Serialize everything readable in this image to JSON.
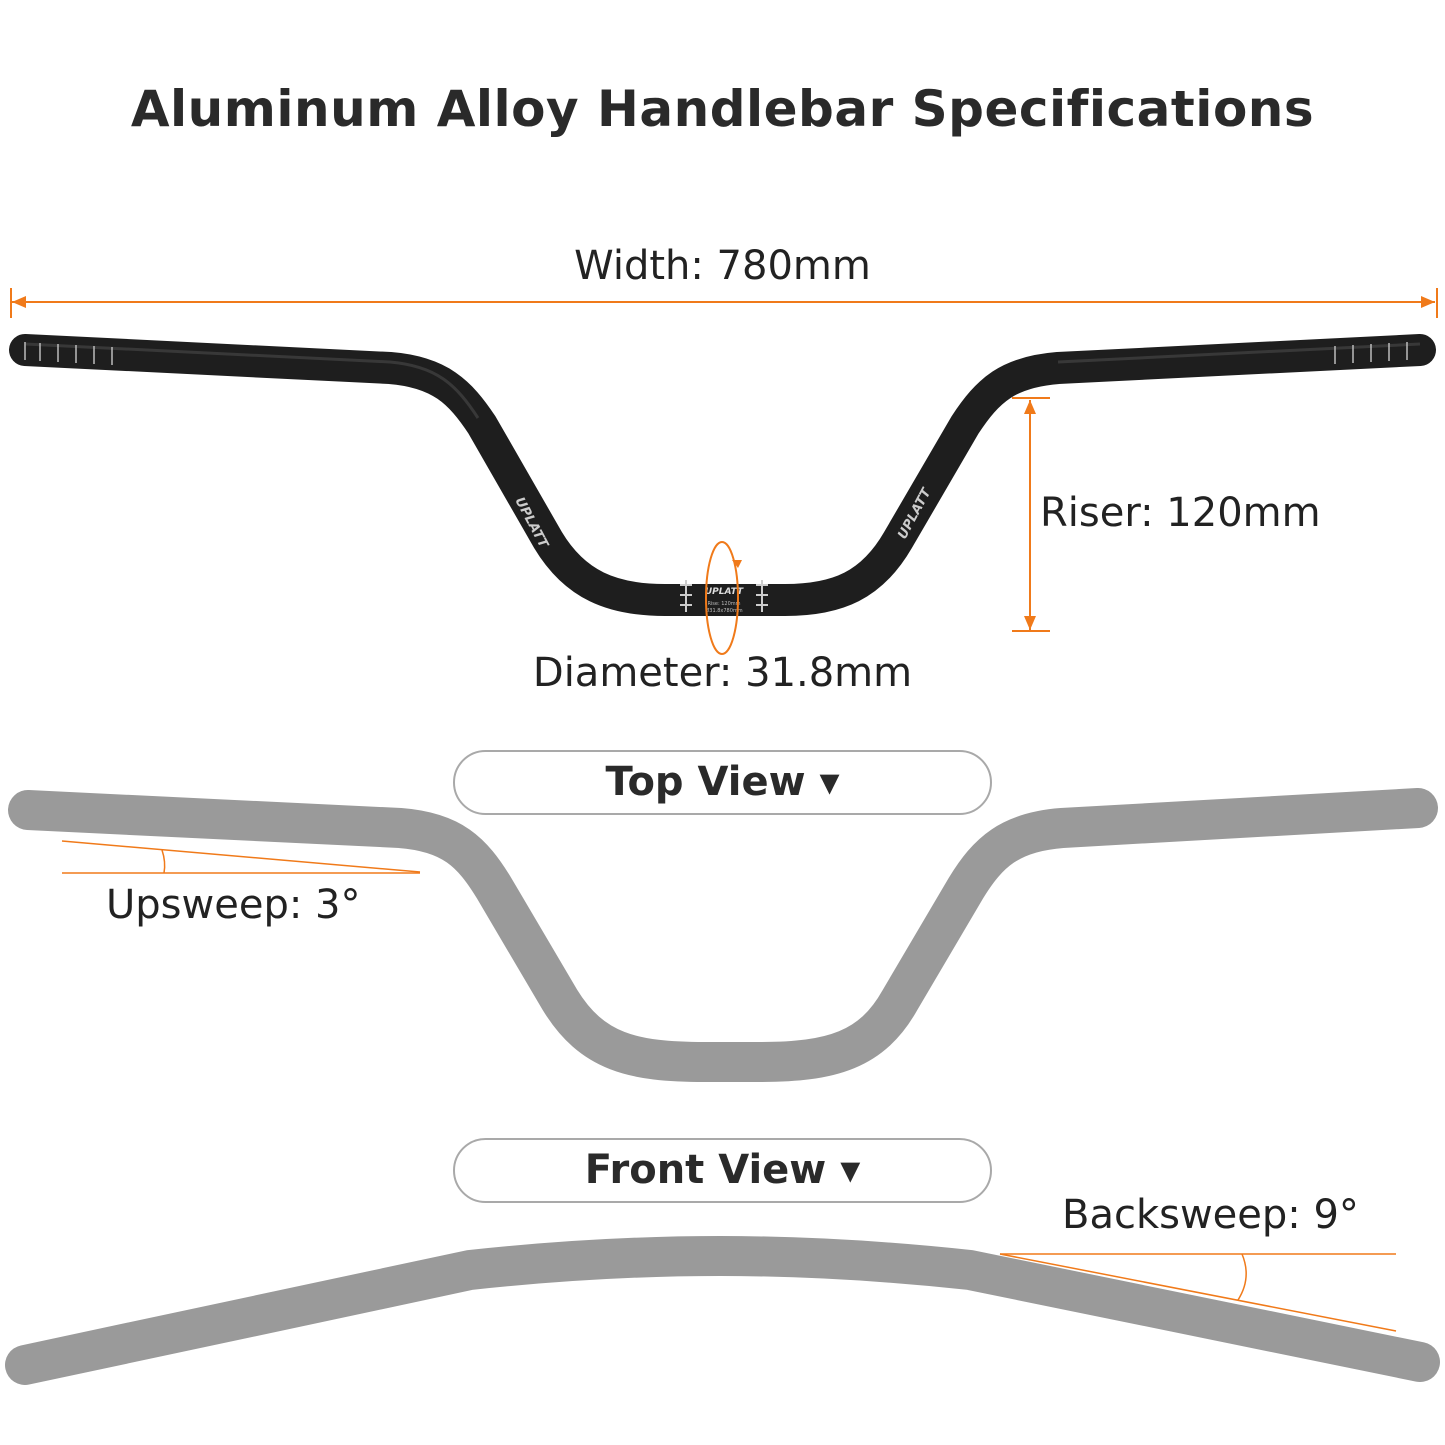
{
  "title": "Aluminum Alloy Handlebar Specifications",
  "dimensions": {
    "width": "Width: 780mm",
    "riser": "Riser: 120mm",
    "diameter": "Diameter: 31.8mm",
    "upsweep": "Upsweep: 3°",
    "backsweep": "Backsweep: 9°"
  },
  "views": {
    "top": "Top View ▾",
    "front": "Front View ▾"
  },
  "bar_marking": {
    "brand": "UPLATT",
    "rise": "Rise: 120mm",
    "size": "Ø31.8x780mm"
  },
  "colors": {
    "accent": "#f07a1a",
    "bar": "#1e1e1e",
    "silhouette": "#9a9a9a"
  }
}
